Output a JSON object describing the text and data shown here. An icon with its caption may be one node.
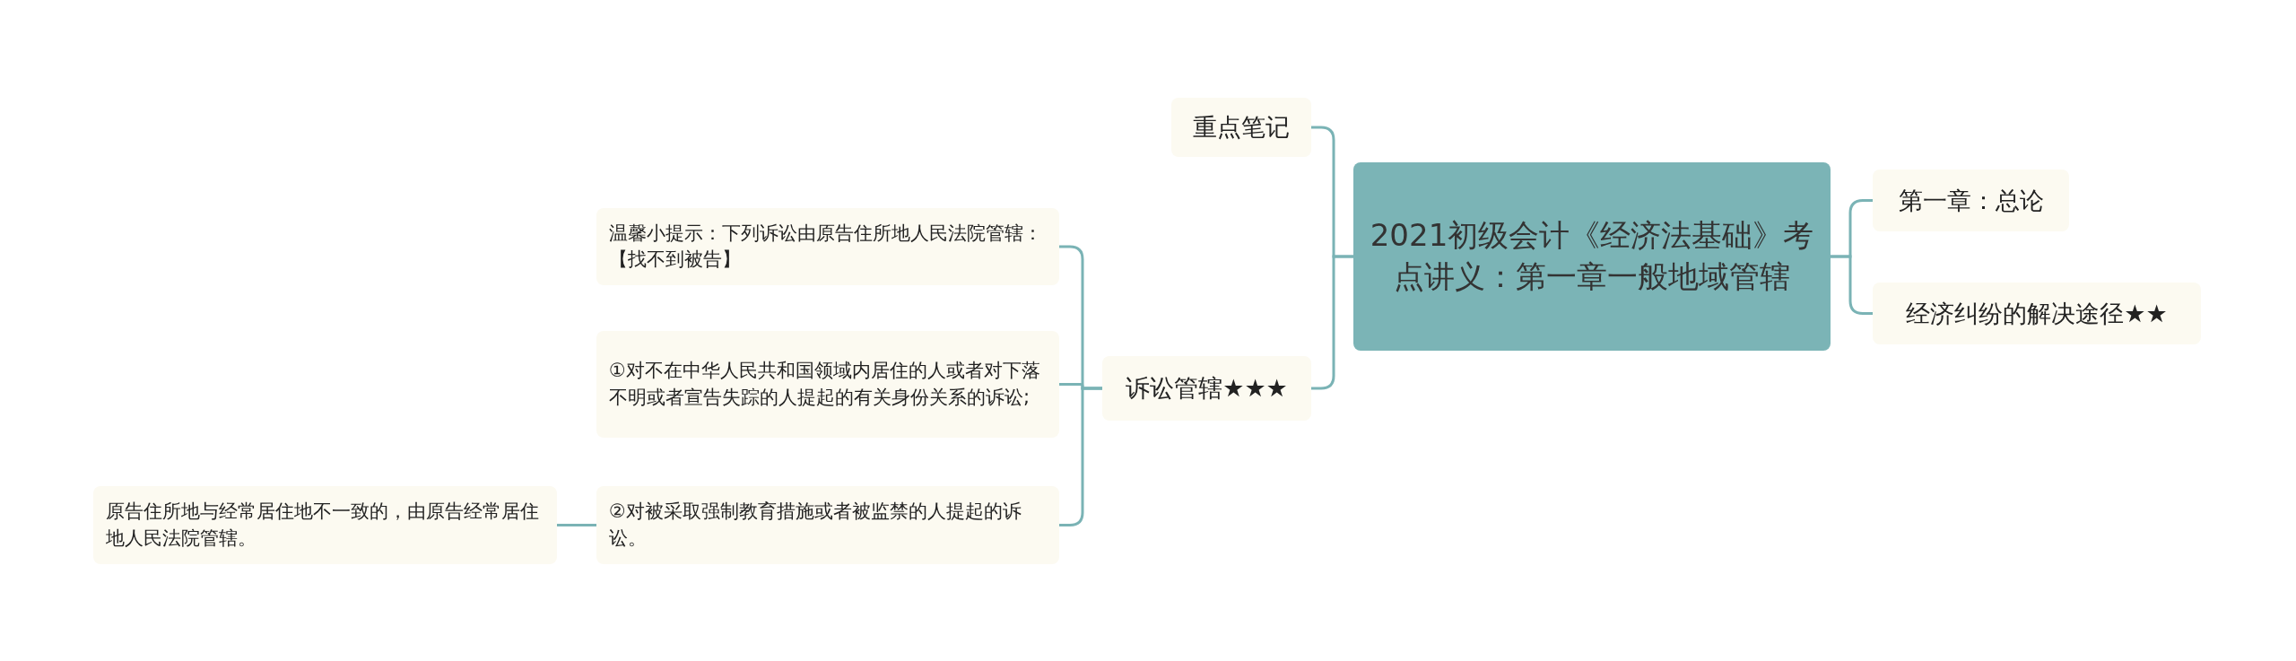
{
  "diagram": {
    "nodes": [
      {
        "text": [
          "2021初级会计《经济法基础》考点讲义：第一章一般地域管辖"
        ]
      },
      {
        "text": [
          "重点笔记"
        ]
      },
      {
        "text": [
          "诉讼管辖★★★"
        ]
      },
      {
        "text": [
          "温馨小提示：下列诉讼由原告住所地人民法院管辖：【找不到被告】"
        ]
      },
      {
        "text": [
          "①对不在中华人民共和国领域内居住的人或者对下落不明或者宣告失踪的人提起的有关身份关系的诉讼;"
        ]
      },
      {
        "text": [
          "②对被采取强制教育措施或者被监禁的人提起的诉讼。"
        ]
      },
      {
        "text": [
          "原告住所地与经常居住地不一致的，由原告经常居住地人民法院管辖。"
        ]
      },
      {
        "text": [
          "第一章：总论"
        ]
      },
      {
        "text": [
          "经济纠纷的解决途径★★"
        ]
      }
    ],
    "edges": [
      {
        "from": 0,
        "to": 1,
        "arrow": "none"
      },
      {
        "from": 0,
        "to": 2,
        "arrow": "none"
      },
      {
        "from": 2,
        "to": 3,
        "arrow": "none"
      },
      {
        "from": 2,
        "to": 4,
        "arrow": "none"
      },
      {
        "from": 2,
        "to": 5,
        "arrow": "none"
      },
      {
        "from": 5,
        "to": 6,
        "arrow": "none"
      },
      {
        "from": 0,
        "to": 7,
        "arrow": "none"
      },
      {
        "from": 0,
        "to": 8,
        "arrow": "none"
      }
    ]
  }
}
